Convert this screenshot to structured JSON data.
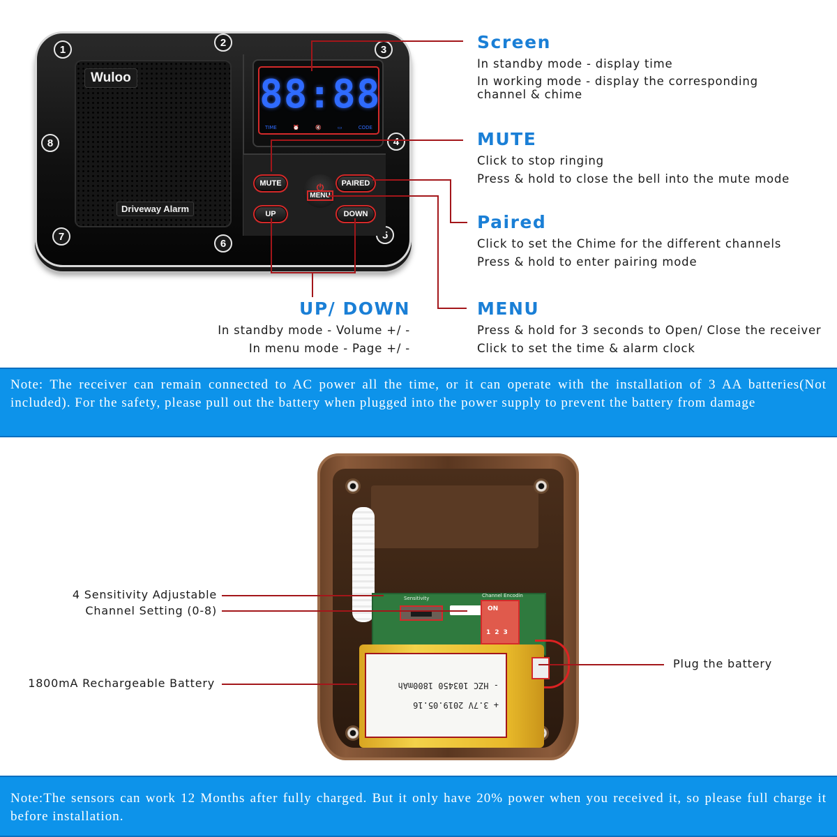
{
  "device": {
    "brand": "Wuloo",
    "model": "Driveway Alarm",
    "lcd": {
      "digits": "88:88",
      "indicators": [
        "TIME",
        "alarm-clock-icon",
        "mute-icon",
        "battery-icon",
        "CODE"
      ]
    },
    "buttons": {
      "mute": "MUTE",
      "paired": "PAIRED",
      "menu": "MENU",
      "up": "UP",
      "down": "DOWN"
    },
    "screws": [
      "1",
      "2",
      "3",
      "4",
      "5",
      "6",
      "7",
      "8"
    ]
  },
  "descriptions": {
    "screen": {
      "title": "Screen",
      "lines": [
        "In standby mode - display time",
        "In working mode - display the corresponding channel & chime"
      ]
    },
    "mute": {
      "title": "MUTE",
      "lines": [
        "Click to stop ringing",
        "Press & hold to close the bell into the mute mode"
      ]
    },
    "paired": {
      "title": "Paired",
      "lines": [
        "Click to set the Chime for the different channels",
        "Press & hold to enter pairing mode"
      ]
    },
    "menu": {
      "title": "MENU",
      "lines": [
        "Press & hold for 3 seconds to Open/ Close the receiver",
        "Click to set the time & alarm clock"
      ]
    },
    "updown": {
      "title": "UP/ DOWN",
      "lines": [
        "In standby mode - Volume +/ -",
        "In menu mode - Page +/ -"
      ]
    }
  },
  "notes": {
    "receiver": "Note: The receiver can remain connected to AC power all the time, or it can operate with the installation of 3 AA batteries(Not included). For the safety, please pull out the battery when plugged into the power supply to prevent the battery from damage",
    "sensor": "Note:The sensors can work 12 Months after fully charged. But it only have 20% power when you received it, so please full charge it before installation."
  },
  "sensor": {
    "pcb_labels": {
      "sensitivity": "Sensitivity",
      "channel": "Channel Encodin",
      "dip_on": "ON",
      "dip_numbers": "123"
    },
    "battery_label": {
      "line1": "+ 3.7V     2019.05.16",
      "line2": "- HZC 103450 1800mAh"
    },
    "callouts": {
      "sensitivity": "4 Sensitivity Adjustable",
      "channel": "Channel Setting (0-8)",
      "battery": "1800mA Rechargeable Battery",
      "plug": "Plug the battery"
    }
  },
  "colors": {
    "heading_blue": "#1a7fd6",
    "banner_blue": "#0d93ea",
    "callout_red": "#a3161a",
    "lcd_blue": "#2f6bff"
  }
}
